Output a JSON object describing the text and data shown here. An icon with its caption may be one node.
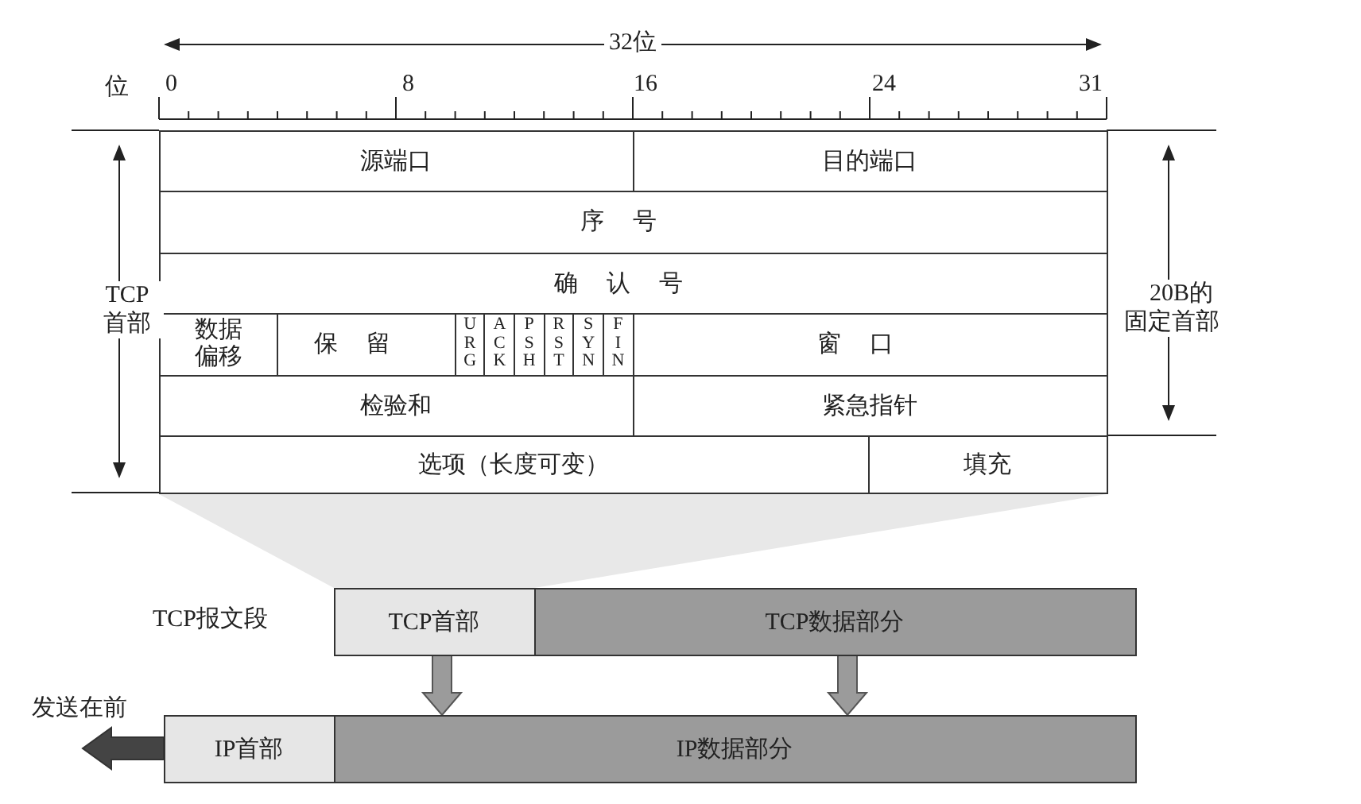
{
  "diagram": {
    "nodes": [
      {
        "text": [
          "源端口"
        ]
      },
      {
        "text": [
          "目的端口"
        ]
      },
      {
        "text": [
          "序号"
        ]
      },
      {
        "text": [
          "确认号"
        ]
      },
      {
        "text": [
          "数据偏移"
        ]
      },
      {
        "text": [
          "保留"
        ]
      },
      {
        "text": [
          "URG"
        ]
      },
      {
        "text": [
          "ACK"
        ]
      },
      {
        "text": [
          "PSH"
        ]
      },
      {
        "text": [
          "RST"
        ]
      },
      {
        "text": [
          "SYN"
        ]
      },
      {
        "text": [
          "FIN"
        ]
      },
      {
        "text": [
          "窗口"
        ]
      },
      {
        "text": [
          "检验和"
        ]
      },
      {
        "text": [
          "紧急指针"
        ]
      },
      {
        "text": [
          "选项（长度可变）"
        ]
      },
      {
        "text": [
          "填充"
        ]
      },
      {
        "text": [
          "TCP首部"
        ]
      },
      {
        "text": [
          "TCP数据部分"
        ]
      },
      {
        "text": [
          "IP首部"
        ]
      },
      {
        "text": [
          "IP数据部分"
        ]
      }
    ],
    "edges": [
      {
        "from": 17,
        "to": 20,
        "arrow": "to"
      },
      {
        "from": 18,
        "to": 20,
        "arrow": "to"
      }
    ],
    "labels": [
      "32位",
      "位",
      "0",
      "8",
      "16",
      "24",
      "31",
      "TCP首部",
      "20B的固定首部",
      "TCP报文段",
      "发送在前"
    ]
  }
}
